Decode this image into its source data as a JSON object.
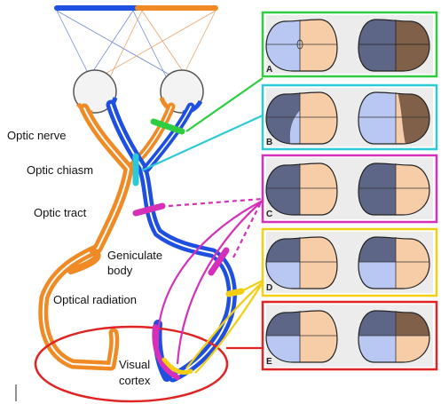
{
  "colors": {
    "blue_pathway": "#1e4fe0",
    "orange_pathway": "#f08a24",
    "lesion_a": "#2ecc40",
    "lesion_b": "#2ec9d9",
    "lesion_c": "#d62fb8",
    "lesion_d": "#f2cf12",
    "lesion_e": "#e02424",
    "field_light_blue": "#b9c8f2",
    "field_light_orange": "#f7cda8",
    "field_dark_blue": "#5e6688",
    "field_dark_orange": "#806049"
  },
  "labels": {
    "optic_nerve": "Optic nerve",
    "optic_chiasm": "Optic chiasm",
    "optic_tract": "Optic  tract",
    "geniculate_line1": "Geniculate",
    "geniculate_line2": "body",
    "optical_radiation": "Optical radiation",
    "visual_cortex_line1": "Visual",
    "visual_cortex_line2": "cortex"
  },
  "field_panels": [
    {
      "letter": "A",
      "color": "#2ecc40"
    },
    {
      "letter": "B",
      "color": "#2ec9d9"
    },
    {
      "letter": "C",
      "color": "#d62fb8"
    },
    {
      "letter": "D",
      "color": "#f2cf12"
    },
    {
      "letter": "E",
      "color": "#e02424"
    }
  ]
}
